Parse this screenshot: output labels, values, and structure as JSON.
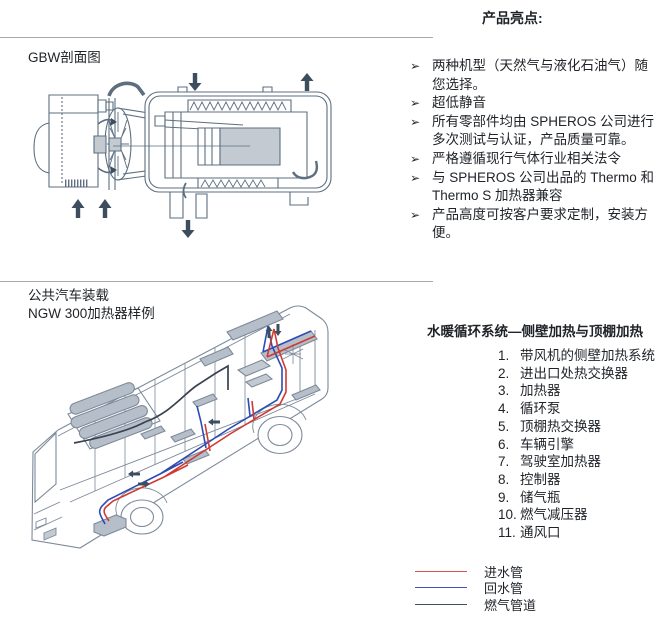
{
  "highlights": {
    "title": "产品亮点:",
    "bullet_marker": "➢",
    "items": [
      "两种机型（天然气与液化石油气）随您选择。",
      "超低静音",
      "所有零部件均由 SPHEROS 公司进行多次测试与认证，产品质量可靠。",
      "严格遵循现行气体行业相关法令",
      "与 SPHEROS 公司出品的 Thermo 和 Thermo S 加热器兼容",
      "产品高度可按客户要求定制，安装方便。"
    ]
  },
  "gbw": {
    "title": "GBW剖面图"
  },
  "bus": {
    "title_line1": "公共汽车装载",
    "title_line2": "NGW 300加热器样例"
  },
  "circulation": {
    "title": "水暖循环系统—侧壁加热与顶棚加热",
    "items": [
      {
        "num": "1.",
        "label": "带风机的侧壁加热系统"
      },
      {
        "num": "2.",
        "label": "进出口处热交换器"
      },
      {
        "num": "3.",
        "label": "加热器"
      },
      {
        "num": "4.",
        "label": "循环泵"
      },
      {
        "num": "5.",
        "label": "顶棚热交换器"
      },
      {
        "num": "6.",
        "label": "车辆引擎"
      },
      {
        "num": "7.",
        "label": "驾驶室加热器"
      },
      {
        "num": "8.",
        "label": "控制器"
      },
      {
        "num": "9.",
        "label": "储气瓶"
      },
      {
        "num": "10.",
        "label": "燃气减压器"
      },
      {
        "num": "11.",
        "label": "通风口"
      }
    ]
  },
  "legend": {
    "items": [
      {
        "label": "进水管",
        "color": "#d6544b"
      },
      {
        "label": "回水管",
        "color": "#4550c2"
      },
      {
        "label": "燃气管道",
        "color": "#454f5c"
      }
    ]
  },
  "colors": {
    "line_art": "#5d6e7f",
    "arrow": "#3c4d5d",
    "inlet_pipe": "#cf3a31",
    "return_pipe": "#2c4cb4",
    "gas_pipe": "#39424e",
    "fill_gray": "#c3cad2"
  }
}
